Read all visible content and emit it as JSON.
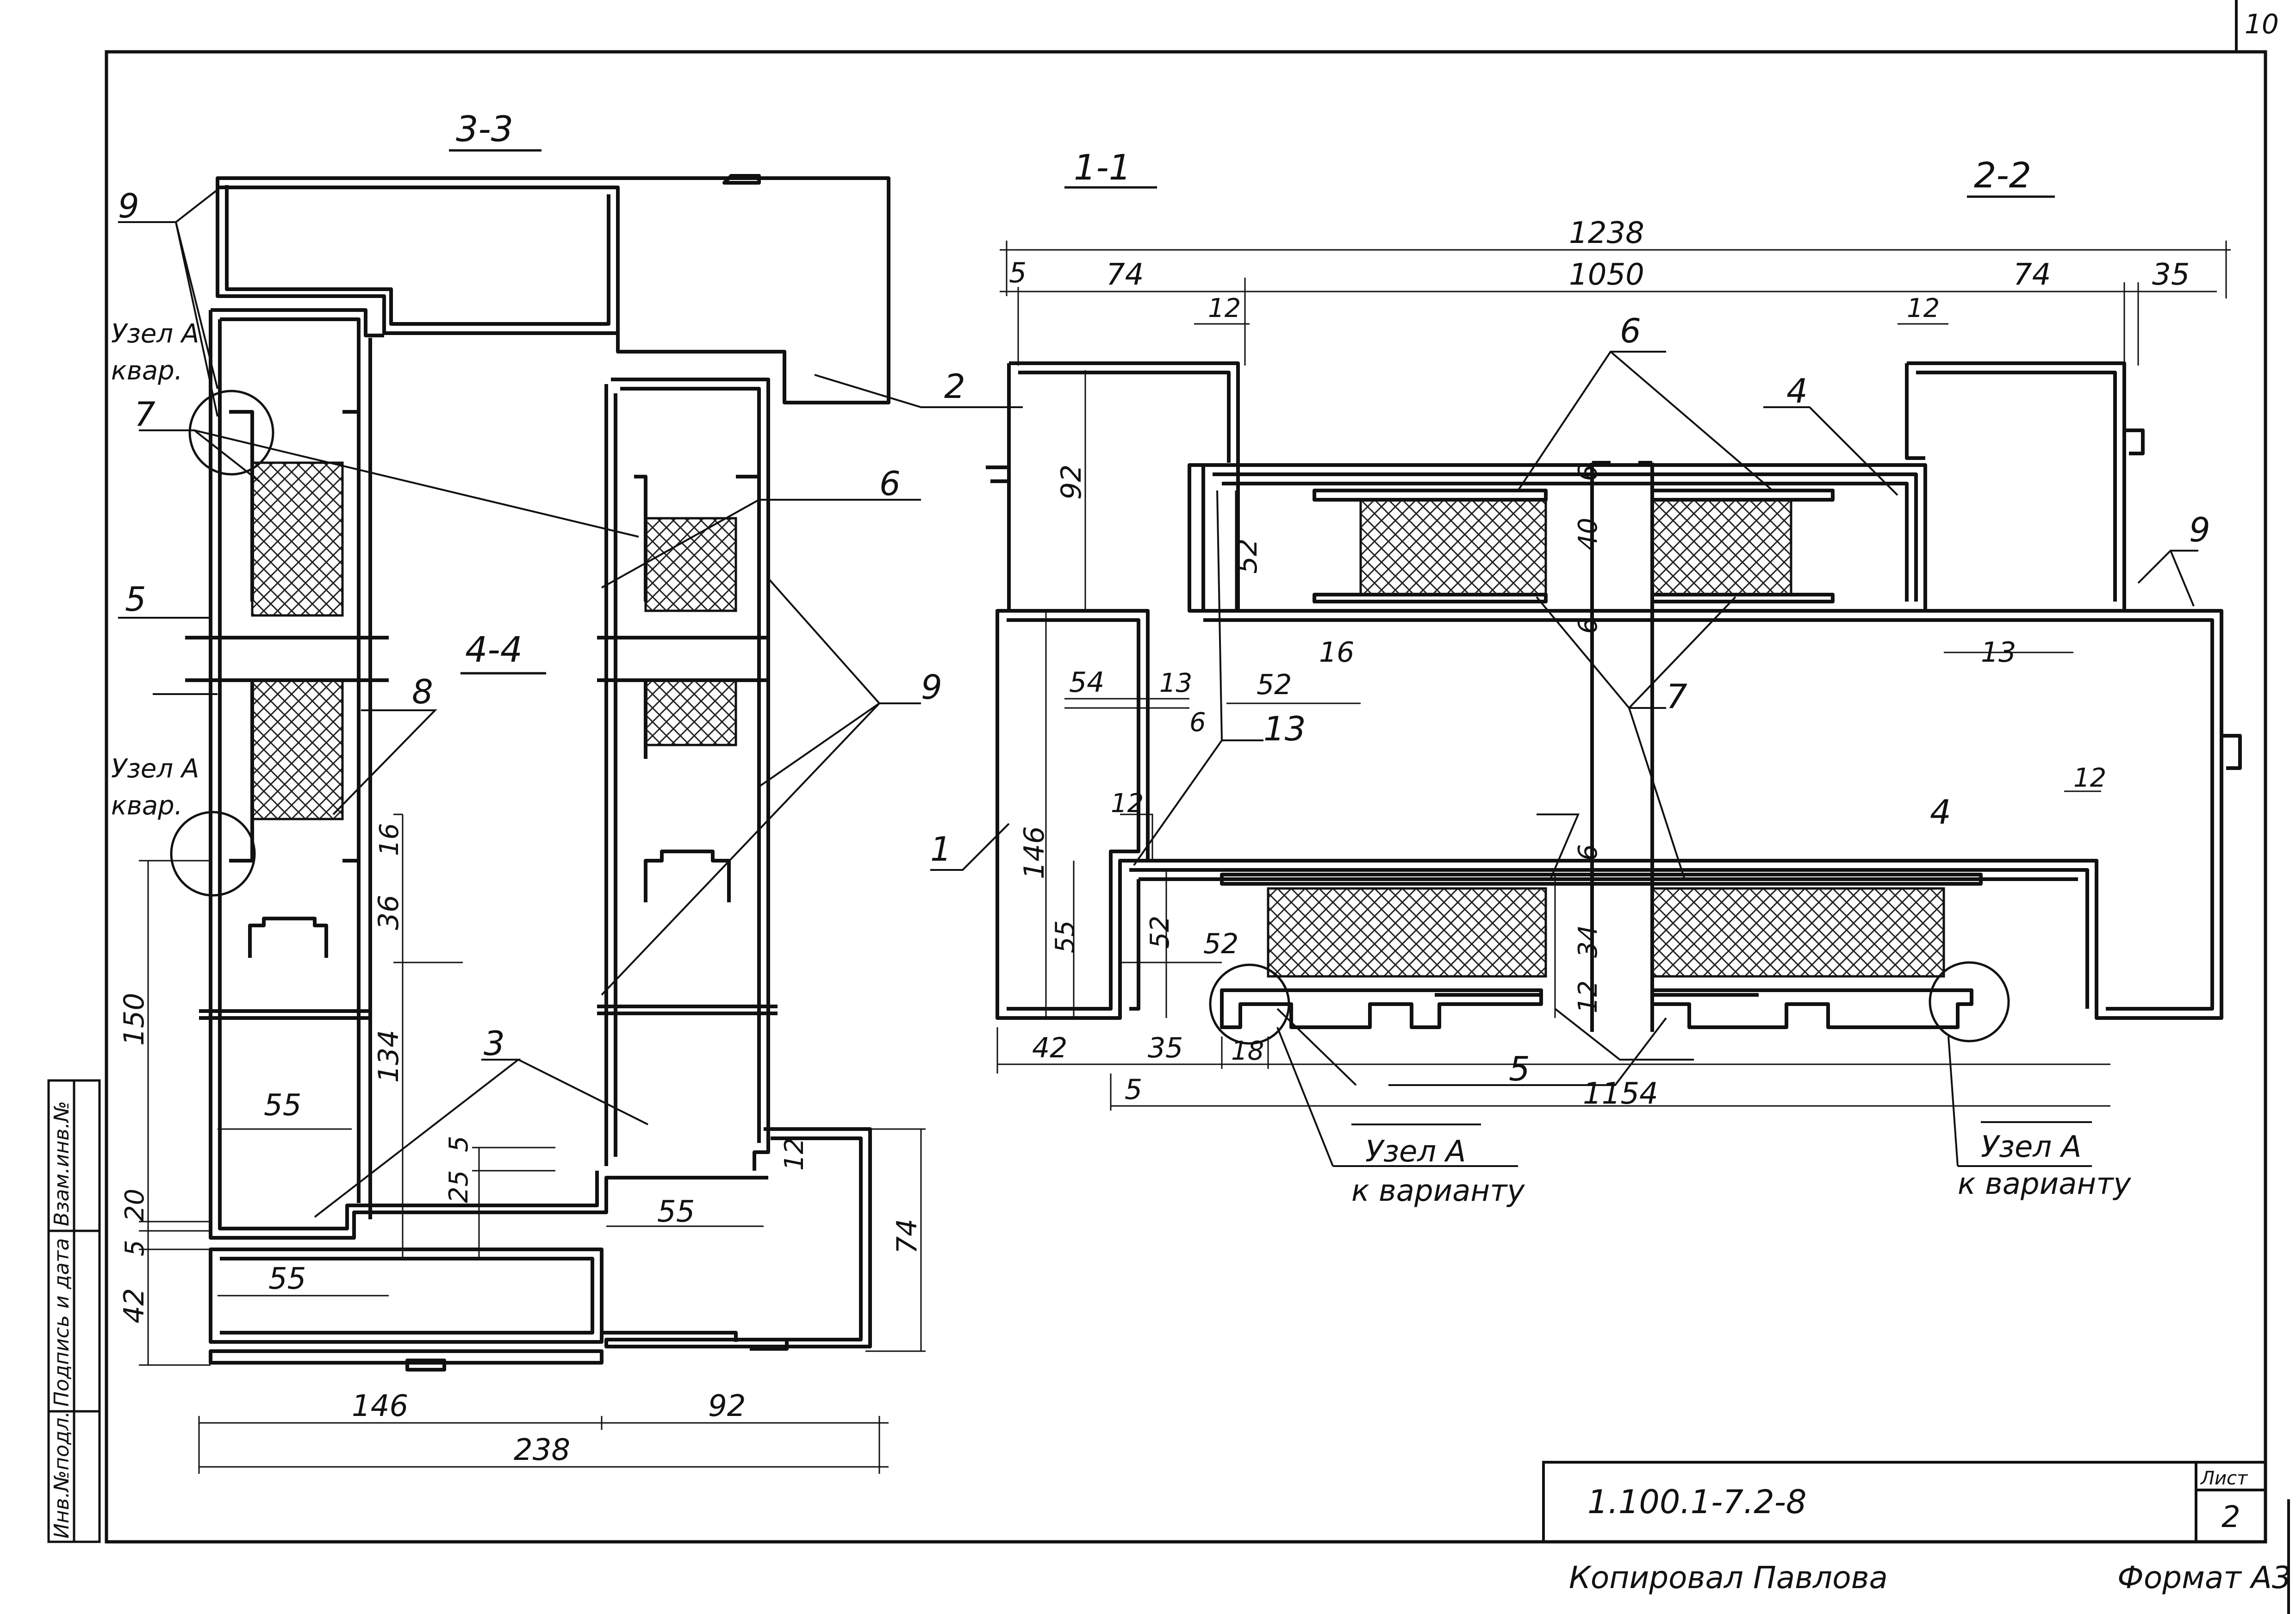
{
  "sheet": {
    "corner_number": "10",
    "doc_code": "1.100.1-7.2-8",
    "sheet_label": "Лист",
    "sheet_number": "2",
    "copied_by": "Копировал Павлова",
    "format": "Формат А3",
    "side_stamp": [
      "Инв.№подл.",
      "Подпись и дата",
      "Взам.инв.№"
    ]
  },
  "sections": {
    "s33": "3-3",
    "s44": "4-4",
    "s11": "1-1",
    "s22": "2-2"
  },
  "labels": {
    "uzel_a": "Узел А",
    "kvar": "квар.",
    "uzel_a_cap": "Узел А",
    "k_variantu": "к варианту"
  },
  "callouts": {
    "n1": "1",
    "n2": "2",
    "n3": "3",
    "n4": "4",
    "n5": "5",
    "n6": "6",
    "n7": "7",
    "n8": "8",
    "n9": "9",
    "n13": "13"
  },
  "dims": {
    "d1238": "1238",
    "d1050": "1050",
    "d1154": "1154",
    "d5": "5",
    "d74": "74",
    "d35": "35",
    "d12": "12",
    "d92": "92",
    "d52": "52",
    "d40": "40",
    "d6": "6",
    "d16": "16",
    "d54": "54",
    "d13": "13",
    "d146": "146",
    "d55": "55",
    "d34": "34",
    "d42": "42",
    "d18": "18",
    "d150": "150",
    "d36": "36",
    "d134": "134",
    "d20": "20",
    "d25": "25",
    "d238": "238",
    "d12b": "12"
  }
}
